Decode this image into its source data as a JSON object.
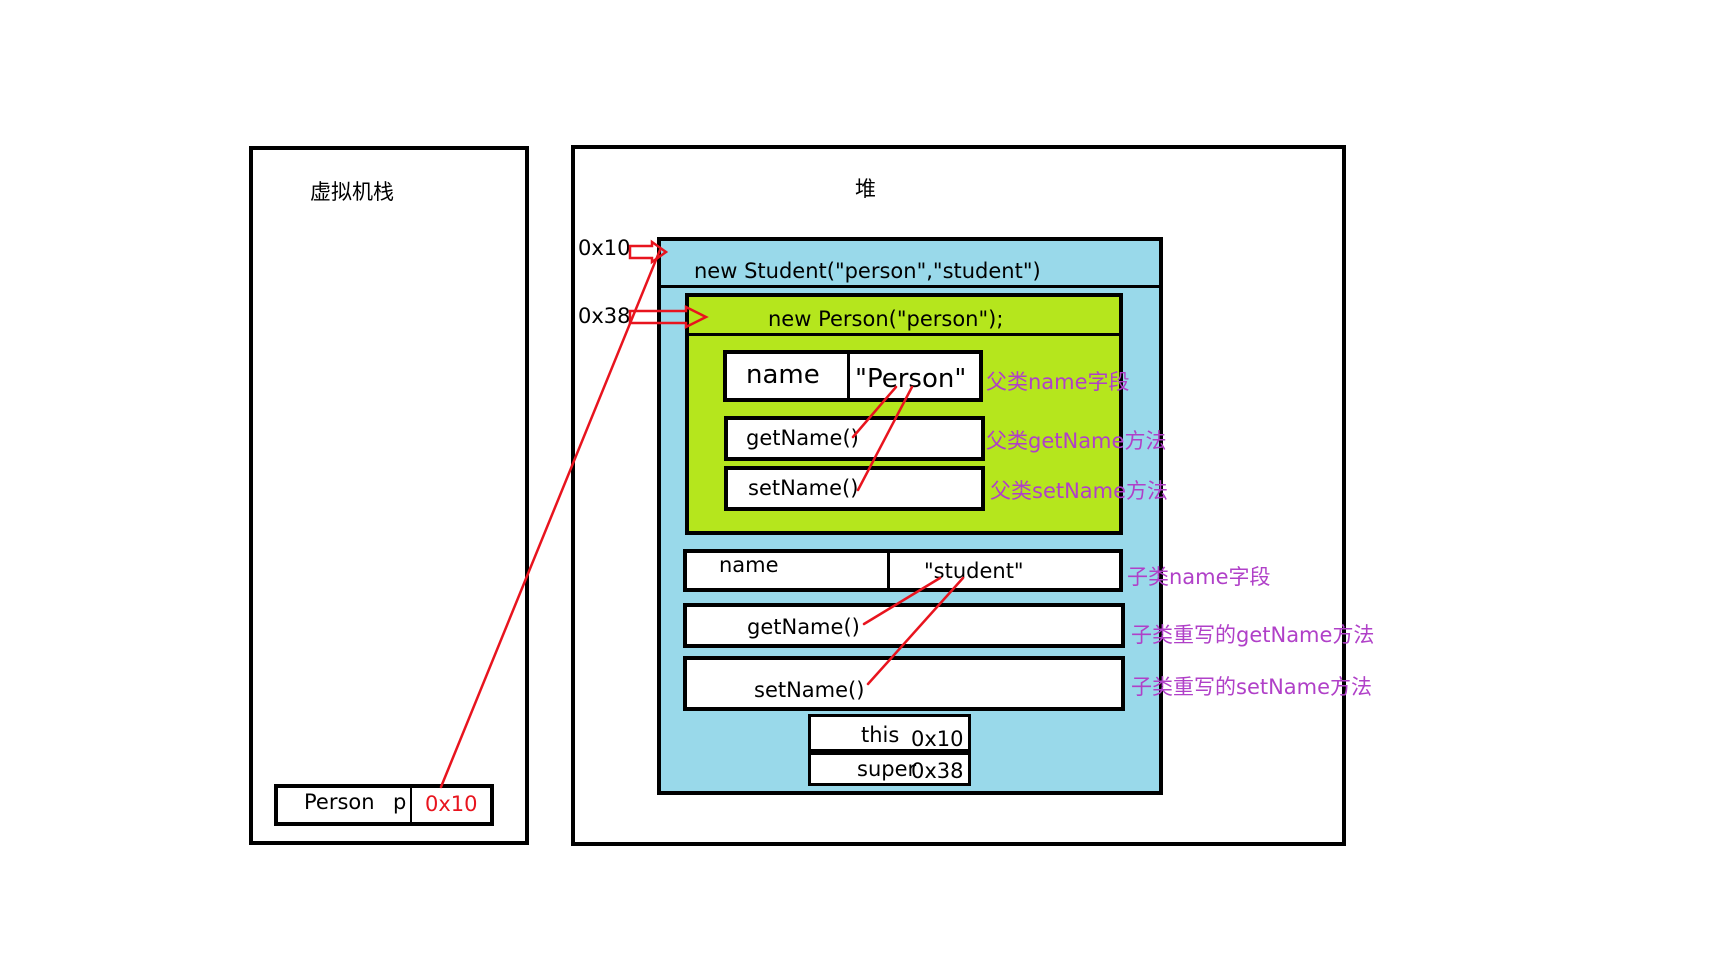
{
  "stack": {
    "title": "虚拟机栈",
    "var_type": "Person",
    "var_name": "p",
    "var_value": "0x10"
  },
  "heap": {
    "title": "堆",
    "addr_student": "0x10",
    "addr_person": "0x38",
    "student_header": "new Student(\"person\",\"student\")",
    "person": {
      "header": "new Person(\"person\");",
      "field_name": "name",
      "field_value": "\"Person\"",
      "method_get": "getName()",
      "method_set": "setName()",
      "note_field": "父类name字段",
      "note_get": "父类getName方法",
      "note_set": "父类setName方法"
    },
    "student": {
      "field_name": "name",
      "field_value": "\"student\"",
      "method_get": "getName()",
      "method_set": "setName()",
      "note_field": "子类name字段",
      "note_get": "子类重写的getName方法",
      "note_set": "子类重写的setName方法"
    },
    "this_label": "this",
    "this_value": "0x10",
    "super_label": "super",
    "super_value": "0x38"
  },
  "colors": {
    "student_bg": "#99d9ea",
    "person_bg": "#b5e61d",
    "note": "#b040c8",
    "pointer": "#e8141e"
  }
}
